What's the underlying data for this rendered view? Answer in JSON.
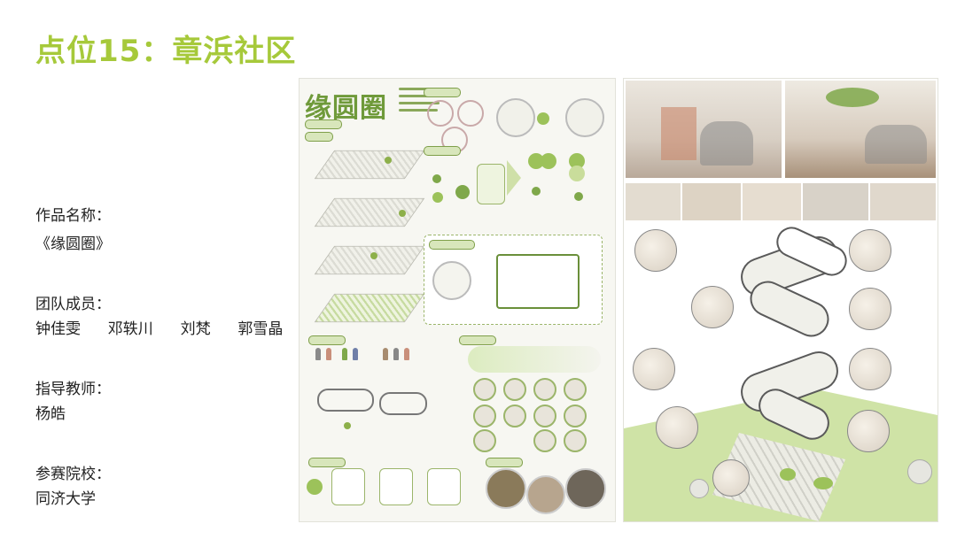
{
  "title": "点位15：章浜社区",
  "info": {
    "work_label": "作品名称：",
    "work_value": "《缘圆圈》",
    "team_label": "团队成员：",
    "team_value": "钟佳雯  邓轶川  刘梵  郭雪晶",
    "advisor_label": "指导教师：",
    "advisor_value": "杨皓",
    "school_label": "参赛院校：",
    "school_value": "同济大学"
  },
  "poster": {
    "brand": "缘圆圈"
  },
  "colors": {
    "accent": "#a6c93a",
    "poster_green": "#6f9a3a"
  }
}
